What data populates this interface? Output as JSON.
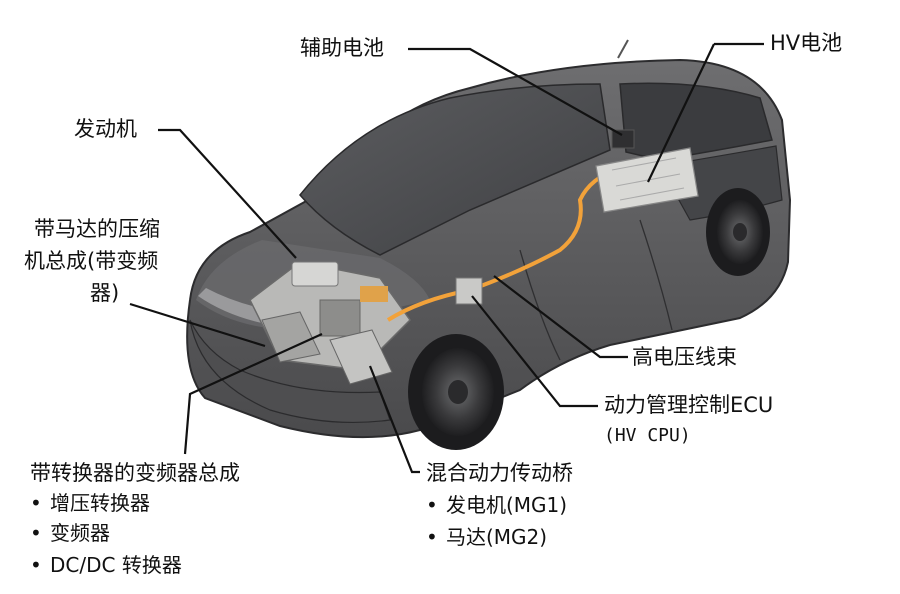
{
  "labels": {
    "aux_battery": "辅助电池",
    "hv_battery": "HV电池",
    "engine": "发动机",
    "compressor_line1": "带马达的压缩",
    "compressor_line2": "机总成(带变频",
    "compressor_line3": "器)",
    "hv_wire": "高电压线束",
    "ecu_line1": "动力管理控制ECU",
    "ecu_line2": "(HV CPU)",
    "inverter_title": "带转换器的变频器总成",
    "inverter_items": [
      "增压转换器",
      "变频器",
      "DC/DC 转换器"
    ],
    "transaxle_title": "混合动力传动桥",
    "transaxle_items": [
      "发电机(MG1)",
      "马达(MG2)"
    ]
  },
  "colors": {
    "body": "#5a5a5c",
    "glass": "#3a3b3e",
    "harness": "#f2a23a",
    "battery": "#d9d9d6",
    "line": "#111111"
  }
}
